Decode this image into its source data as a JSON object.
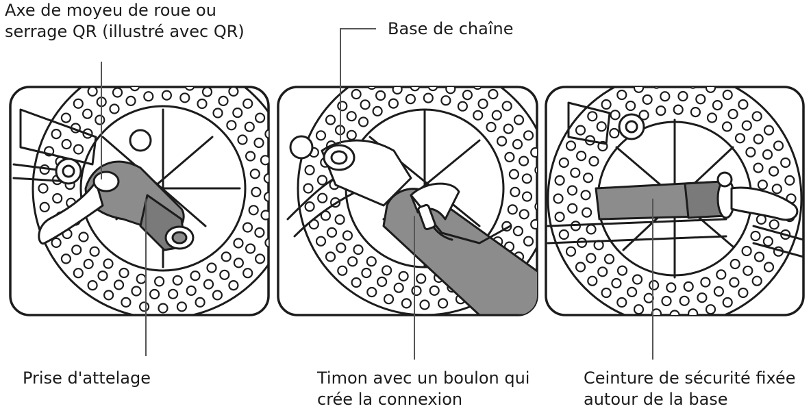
{
  "labels": {
    "axle": "Axe de moyeu de roue ou\nserrage QR (illustré avec QR)",
    "chain_stay": "Base de chaîne",
    "hitch": "Prise d'attelage",
    "arm": "Timon avec un boulon qui\ncrée la connexion",
    "belt": "Ceinture de sécurité fixée\nautour de la base"
  },
  "colors": {
    "ink": "#1c1c1c",
    "part_fill": "#8c8c8c",
    "leader": "#555555"
  }
}
